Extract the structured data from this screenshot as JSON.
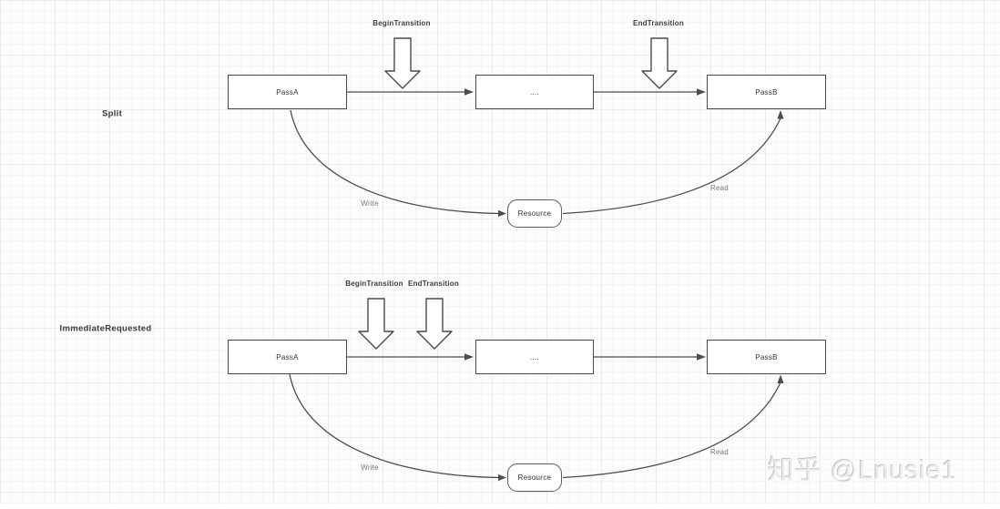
{
  "watermark": "知乎 @Lnusie1",
  "colors": {
    "stroke": "#4d4d4d",
    "box_fill": "#ffffff",
    "node_text": "#333333",
    "edge_label_text": "#7a7a7a",
    "watermark_text": "#ececec"
  },
  "diagrams": [
    {
      "name": "Split",
      "nodes": {
        "passA": "PassA",
        "middle": "....",
        "passB": "PassB",
        "resource": "Resource"
      },
      "annotations": {
        "begin": "BeginTransition",
        "end": "EndTransition"
      },
      "edges": {
        "write": "Write",
        "read": "Read"
      }
    },
    {
      "name": "ImmediateRequested",
      "nodes": {
        "passA": "PassA",
        "middle": "....",
        "passB": "PassB",
        "resource": "Resource"
      },
      "annotations": {
        "begin": "BeginTransition",
        "end": "EndTransition"
      },
      "edges": {
        "write": "Write",
        "read": "Read"
      }
    }
  ]
}
